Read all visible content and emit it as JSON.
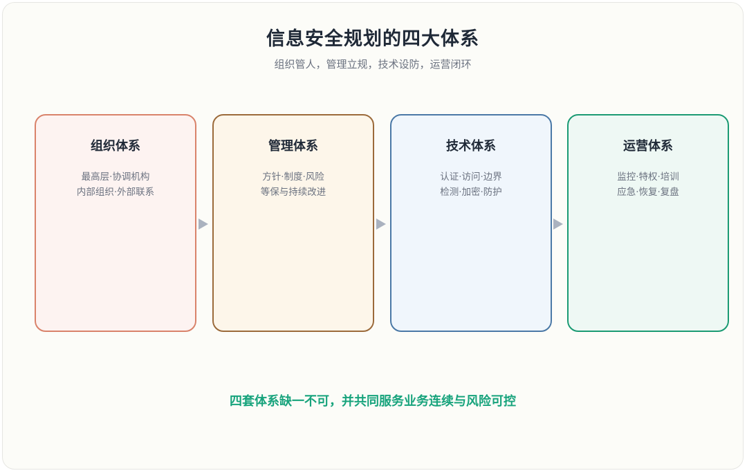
{
  "title": "信息安全规划的四大体系",
  "subtitle": "组织管人，管理立规，技术设防，运营闭环",
  "cards": [
    {
      "title": "组织体系",
      "line1": "最高层·协调机构",
      "line2": "内部组织·外部联系",
      "border": "#d9826a",
      "bg": "#fdf3f1"
    },
    {
      "title": "管理体系",
      "line1": "方针·制度·风险",
      "line2": "等保与持续改进",
      "border": "#9b6a3a",
      "bg": "#fdf6ea"
    },
    {
      "title": "技术体系",
      "line1": "认证·访问·边界",
      "line2": "检测·加密·防护",
      "border": "#4a78a6",
      "bg": "#f0f6fc"
    },
    {
      "title": "运营体系",
      "line1": "监控·特权·培训",
      "line2": "应急·恢复·复盘",
      "border": "#1a9a73",
      "bg": "#eef8f4"
    }
  ],
  "footer": "四套体系缺一不可，并共同服务业务连续与风险可控",
  "colors": {
    "arrow": "#aab2bf",
    "footer": "#17a37c",
    "title": "#1f2937"
  }
}
